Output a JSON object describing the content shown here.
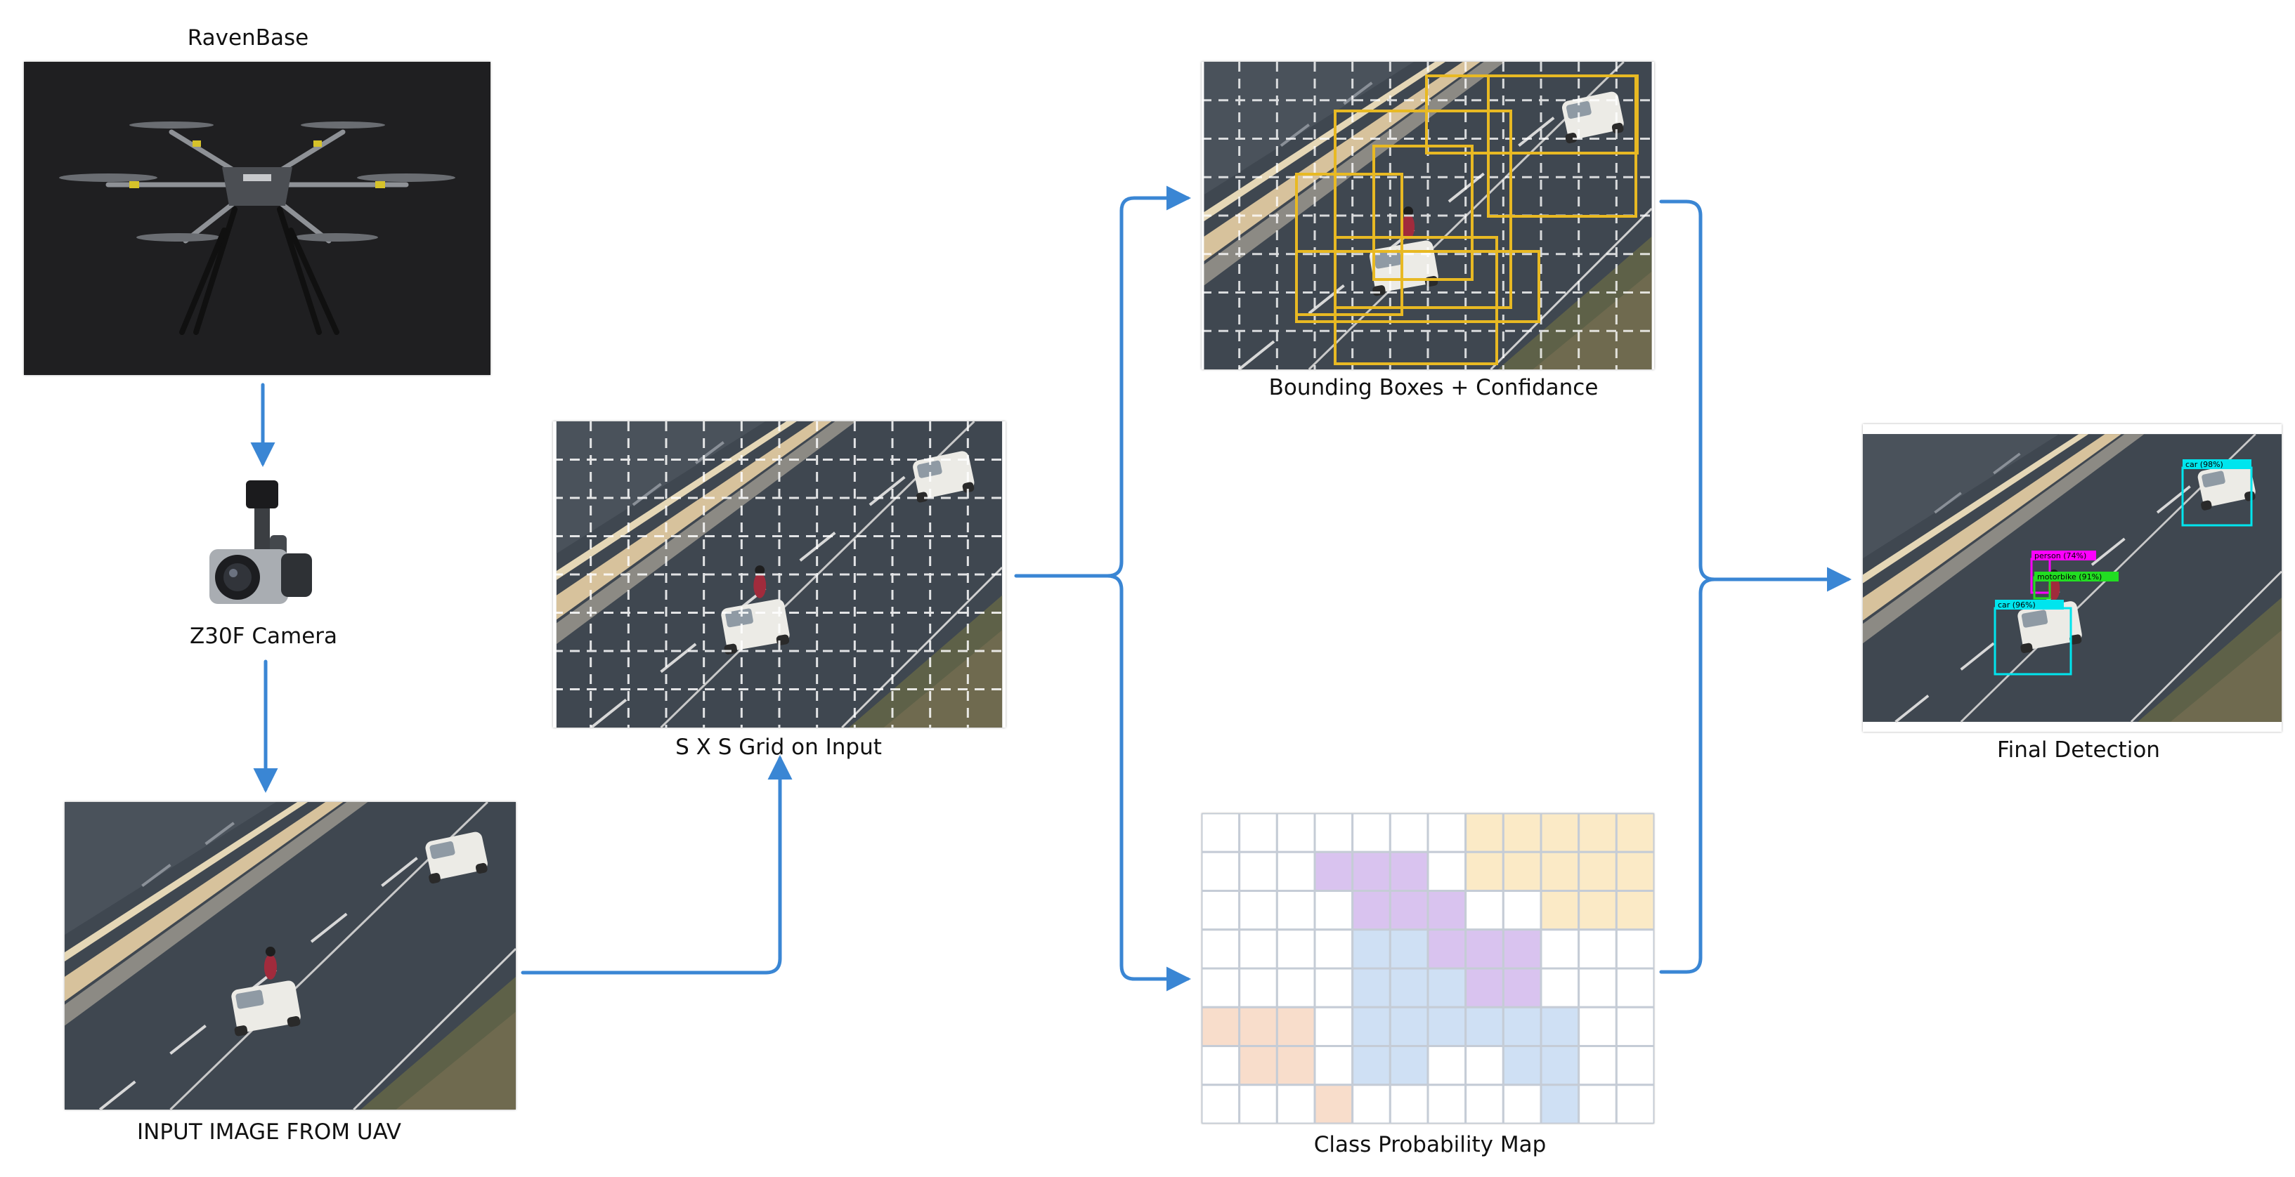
{
  "labels": {
    "drone": "RavenBase",
    "camera": "Z30F Camera",
    "input": "INPUT IMAGE FROM UAV",
    "grid": "S X S Grid on Input",
    "boxes": "Bounding Boxes + Confidance",
    "probability": "Class Probability Map",
    "final": "Final Detection"
  },
  "detections": {
    "car_top": "car (98%)",
    "person": "person (74%)",
    "motorbike": "motorbike (91%)",
    "car_bottom": "car (96%)"
  },
  "colors": {
    "arrow": "#3a86d4",
    "grid_line": "#ffffff",
    "box_line": "#e8b923",
    "car_tag": "#00e5ee",
    "person_tag": "#ff00ff",
    "motorbike_tag": "#22dd22",
    "class_purple": "#d9c3ef",
    "class_yellow": "#fbeac6",
    "class_blue": "#cfe0f4",
    "class_peach": "#f8ddcb"
  },
  "icons": {
    "drone": "hexacopter-drone-icon",
    "camera": "gimbal-camera-icon"
  }
}
